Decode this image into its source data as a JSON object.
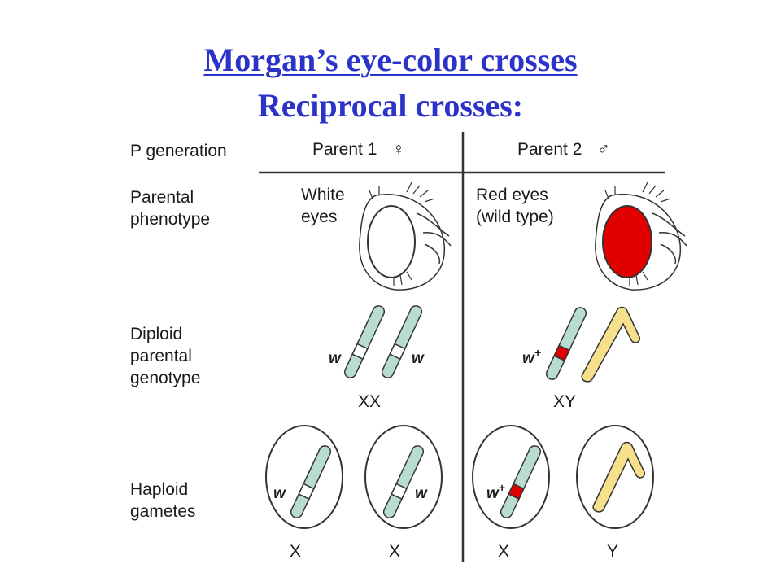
{
  "title": "Morgan’s eye-color crosses",
  "subtitle": "Reciprocal crosses:",
  "rows": {
    "p_generation": "P generation",
    "phenotype": [
      "Parental",
      "phenotype"
    ],
    "genotype": [
      "Diploid",
      "parental",
      "genotype"
    ],
    "gametes": [
      "Haploid",
      "gametes"
    ]
  },
  "parent1": {
    "header": "Parent 1",
    "sex_symbol": "♀",
    "phenotype": [
      "White",
      "eyes"
    ],
    "allele": "w",
    "genotype_label": "XX",
    "gamete_labels": [
      "X",
      "X"
    ]
  },
  "parent2": {
    "header": "Parent 2",
    "sex_symbol": "♂",
    "phenotype": [
      "Red eyes",
      "(wild type)"
    ],
    "allele": "w",
    "allele_sup": "+",
    "genotype_label": "XY",
    "gamete_labels": [
      "X",
      "Y"
    ]
  },
  "colors": {
    "title": "#2b33c8",
    "x_chromosome": "#b8ddd0",
    "y_chromosome": "#f7e08c",
    "red_allele": "#e00000",
    "red_eye": "#e00000"
  }
}
